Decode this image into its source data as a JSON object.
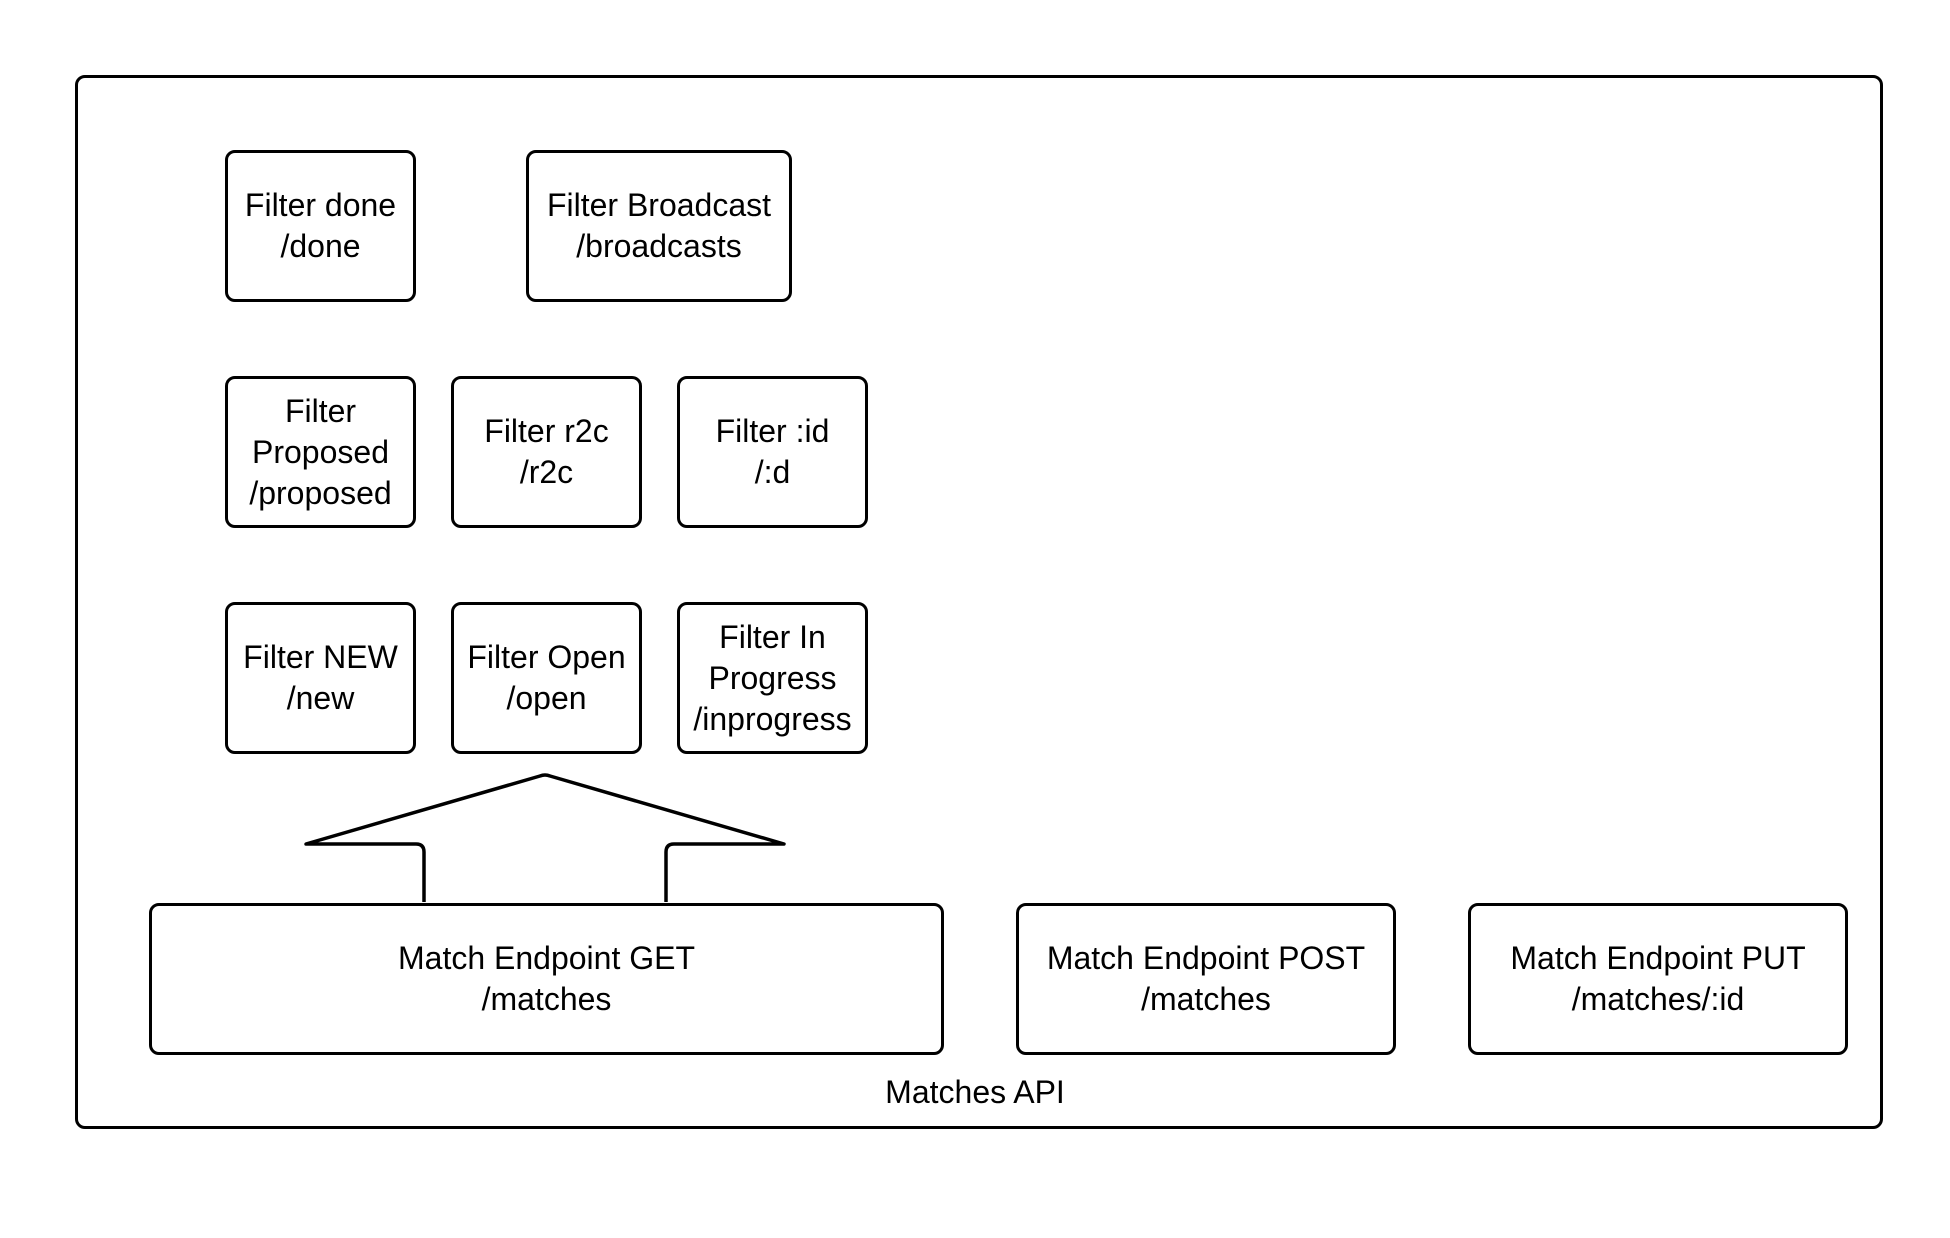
{
  "diagram": {
    "container_label": "Matches API",
    "filters": {
      "done": {
        "line1": "Filter done",
        "line2": "/done"
      },
      "broadcast": {
        "line1": "Filter Broadcast",
        "line2": "/broadcasts"
      },
      "proposed": {
        "line1": "Filter",
        "line2": "Proposed",
        "line3": "/proposed"
      },
      "r2c": {
        "line1": "Filter r2c",
        "line2": "/r2c"
      },
      "id": {
        "line1": "Filter :id",
        "line2": "/:d"
      },
      "new": {
        "line1": "Filter NEW",
        "line2": "/new"
      },
      "open": {
        "line1": "Filter Open",
        "line2": "/open"
      },
      "inprogress": {
        "line1": "Filter In",
        "line2": "Progress",
        "line3": "/inprogress"
      }
    },
    "endpoints": {
      "get": {
        "line1": "Match Endpoint GET",
        "line2": "/matches"
      },
      "post": {
        "line1": "Match Endpoint POST",
        "line2": "/matches"
      },
      "put": {
        "line1": "Match Endpoint PUT",
        "line2": "/matches/:id"
      }
    },
    "arrow": {
      "direction": "up",
      "from": "Match Endpoint GET",
      "to": "Filter Open"
    },
    "colors": {
      "stroke": "#000000",
      "background": "#ffffff"
    }
  }
}
